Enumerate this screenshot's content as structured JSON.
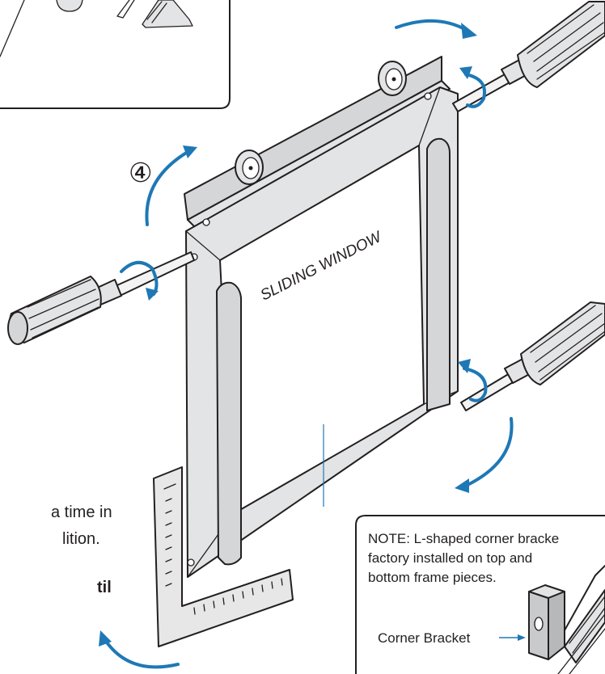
{
  "diagram": {
    "step_number": "④",
    "window_label": "SLIDING WINDOW",
    "partial_text": {
      "line1": "a time in",
      "line2": "lition.",
      "line3": "til"
    },
    "note": {
      "line1": "NOTE: L-shaped corner bracke",
      "line2": "factory installed on top and",
      "line3": "bottom frame pieces.",
      "bracket_label": "Corner Bracket"
    },
    "colors": {
      "arrow": "#1e78b5",
      "frame": "#e3e4e5",
      "frame_shadow": "#c9cacc",
      "outline": "#231f20"
    }
  }
}
